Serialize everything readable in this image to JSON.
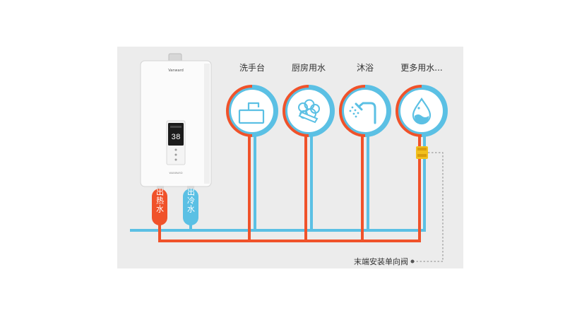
{
  "diagram": {
    "heater": {
      "brand": "Vanward",
      "display_value": "38",
      "panel_caption": "WANWARD",
      "hot_outlet_label": "出热水",
      "cold_inlet_label": "出冷水"
    },
    "fixtures": [
      {
        "label": "洗手台",
        "icon": "sink-icon"
      },
      {
        "label": "厨房用水",
        "icon": "dish-wash-icon"
      },
      {
        "label": "沐浴",
        "icon": "shower-icon"
      },
      {
        "label": "更多用水...",
        "icon": "water-drop-icon"
      }
    ],
    "valve_note": "末端安装单向阀",
    "colors": {
      "hot": "#f0522a",
      "cold": "#5bc0e4",
      "panel_bg": "#ececec",
      "valve": "#f2c01d"
    }
  }
}
